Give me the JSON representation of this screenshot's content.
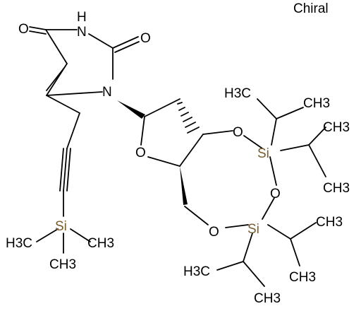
{
  "annotation": {
    "chiral": "Chiral"
  },
  "atoms": {
    "o_c4": "O",
    "n3": "N",
    "h_n3": "H",
    "o_c2": "O",
    "n1": "N",
    "o_ring": "O",
    "o3p": "O",
    "o5p": "O",
    "o_bridge": "O",
    "si_top": "Si",
    "si_bottom": "Si",
    "si_tms": "Si",
    "ch3_top_left": "H3C",
    "ch3_top_right": "CH3",
    "ch3_top_right2": "CH3",
    "ch3_top_right3": "CH3",
    "ch3_bottom_right": "CH3",
    "ch3_bottom_right2": "CH3",
    "ch3_bottom_left": "H3C",
    "ch3_bottom_left2": "CH3",
    "ch3_tms_left": "H3C",
    "ch3_tms_right": "CH3",
    "ch3_tms_bottom": "CH3"
  },
  "colors": {
    "bond": "#000000",
    "silicon": "#7a5c2e"
  }
}
